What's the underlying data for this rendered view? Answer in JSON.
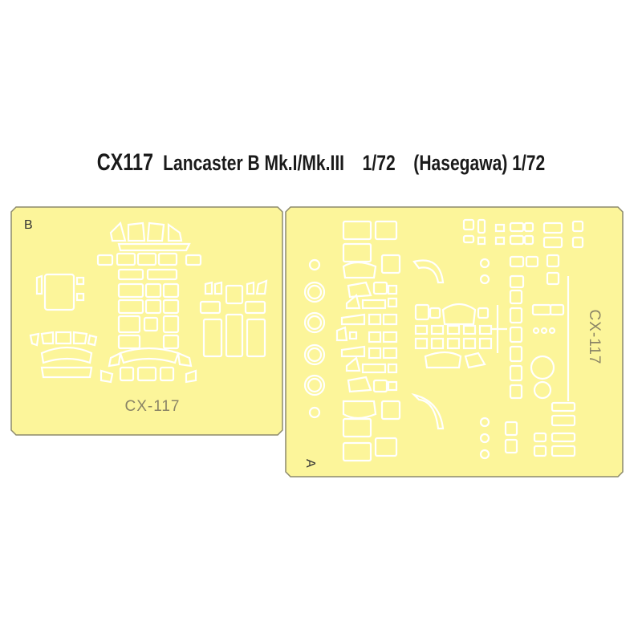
{
  "title": {
    "code": "CX117",
    "product": "Lancaster B Mk.I/Mk.III",
    "scale_1": "1/72",
    "manufacturer": "(Hasegawa)",
    "scale_2": "1/72"
  },
  "sheet_b": {
    "letter": "B",
    "code": "CX-117"
  },
  "sheet_a": {
    "letter": "A",
    "code": "CX-117"
  },
  "colors": {
    "mask_fill": "#fcf59a",
    "mask_outline": "#8c8a6c",
    "cut_line": "#ffffff"
  }
}
